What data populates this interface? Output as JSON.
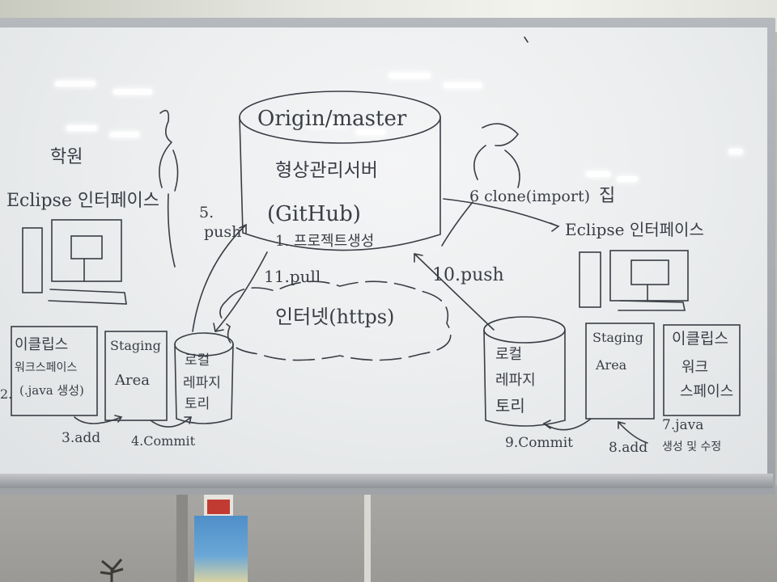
{
  "whiteboard": {
    "db_title": "Origin/master",
    "db_subtitle": "형상관리서버",
    "db_github": "(GitHub)",
    "db_step1": "1. 프로젝트생성",
    "left_place": "학원",
    "left_ide": "Eclipse 인터페이스",
    "right_place": "집",
    "right_ide": "Eclipse 인터페이스",
    "step5_num": "5.",
    "step5_label": "push",
    "step6": "6 clone(import)",
    "step10": "10.push",
    "step11": "11.pull",
    "internet": "인터넷(https)",
    "left_workspace": [
      "이클립스",
      "워크스페이스",
      "(.java 생성)"
    ],
    "left_staging": [
      "Staging",
      "Area"
    ],
    "left_repo": [
      "로컬",
      "레파지",
      "토리"
    ],
    "right_repo": [
      "로컬",
      "레파지",
      "토리"
    ],
    "right_staging": [
      "Staging",
      "Area"
    ],
    "right_workspace": [
      "이클립스",
      "워크",
      "스페이스"
    ],
    "step2": "2.",
    "step3": "3.add",
    "step4": "4.Commit",
    "step7_a": "7.java",
    "step7_b": "생성 및 수정",
    "step8": "8.add",
    "step9": "9.Commit"
  },
  "colors": {
    "marker": "#3a3d45",
    "board": "#eceeef",
    "frame": "#a3a7ab"
  }
}
